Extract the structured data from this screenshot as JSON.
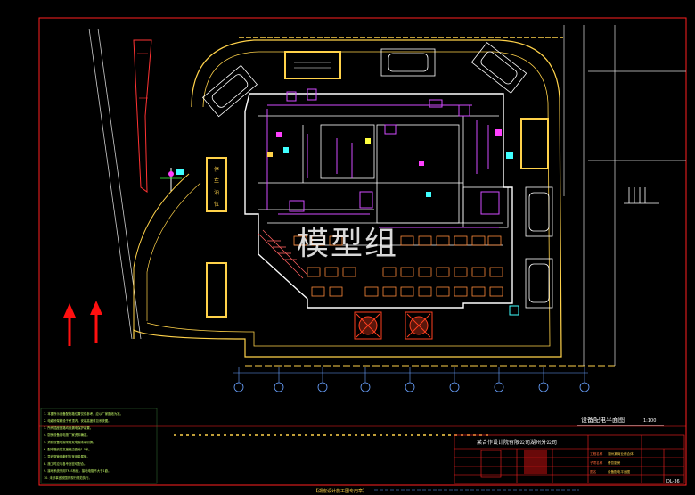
{
  "watermark": "模型组",
  "drawing_title": "设备配电平面图",
  "drawing_scale": "1:100",
  "company": "某合作设计院有限公司湖州分公司",
  "sheet_no": "DL-36",
  "stamp_caption": "【湖宏设计施工图专用章】",
  "notes": [
    "1. 本图所示设备配电箱位置仅供参考，应以厂家图纸为准。",
    "2. 电缆桥架敷设于吊顶内，安装高度详见系统图。",
    "3. 所有插座回路均设漏电保护装置。",
    "4. 厨房设备用电按厂家资料确定。",
    "5. 消防设备电源采用双电源末端切换。",
    "6. 配电箱安装高度底边距地1.5米。",
    "7. 导线穿管明敷时应采用金属管。",
    "8. 施工时应与各专业密切配合。",
    "9. 接地系统采用TN-S系统，接地电阻不大于1欧。",
    "10. 未尽事宜按国家现行规范执行。"
  ],
  "title_block": {
    "right_labels": [
      "工程名称",
      "子项名称",
      "图名"
    ],
    "right_values": [
      "湖州某商业综合体",
      "餐饮厨房",
      "设备配电平面图"
    ]
  },
  "parking_labels": [
    "停",
    "车",
    "泊",
    "位"
  ],
  "colors": {
    "background": "#000000",
    "frame": "#ff2020",
    "wall": "#ffffff",
    "road": "#ffd24a",
    "equipment": "#d24bff",
    "grid": "#6aa2ff",
    "arrow": "#ff1010",
    "notes_text": "#c8ff6a"
  }
}
